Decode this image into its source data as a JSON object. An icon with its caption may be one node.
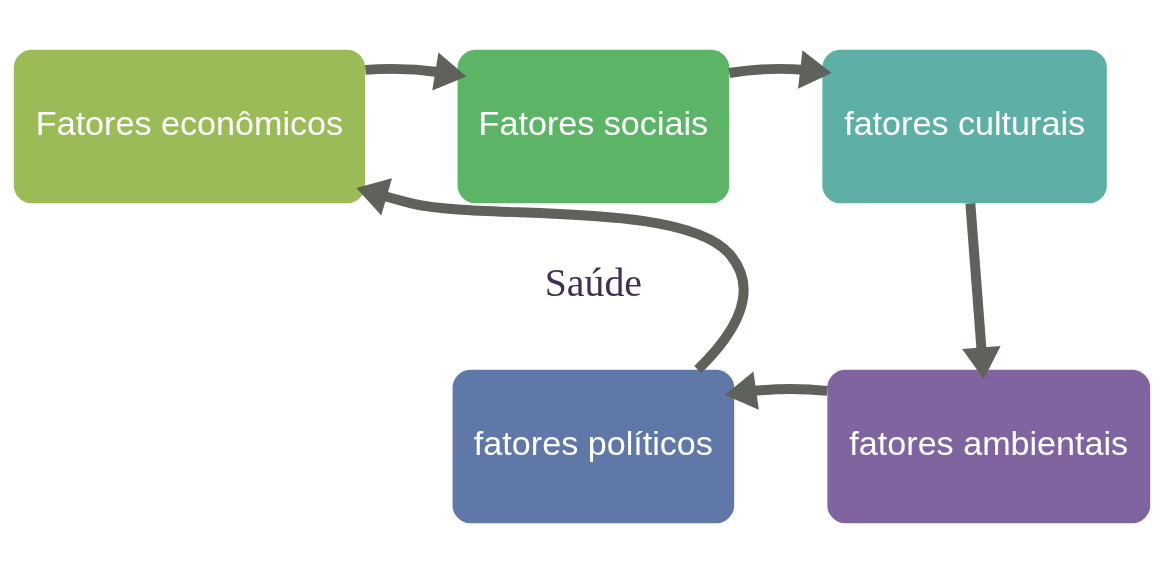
{
  "diagram": {
    "nodes": [
      {
        "text": [
          "Fatores sociais"
        ]
      },
      {
        "text": [
          "fatores culturais"
        ]
      },
      {
        "text": [
          "fatores ambientais"
        ]
      },
      {
        "text": [
          "fatores políticos"
        ]
      },
      {
        "text": [
          "Fatores econômicos"
        ]
      }
    ],
    "edges": [
      {
        "from": 0,
        "to": 1,
        "arrow": "to"
      },
      {
        "from": 1,
        "to": 2,
        "arrow": "to"
      },
      {
        "from": 2,
        "to": 3,
        "arrow": "to"
      },
      {
        "from": 3,
        "to": 4,
        "arrow": "to"
      },
      {
        "from": 4,
        "to": 0,
        "arrow": "to"
      }
    ],
    "labels": [
      "Saúde"
    ]
  }
}
